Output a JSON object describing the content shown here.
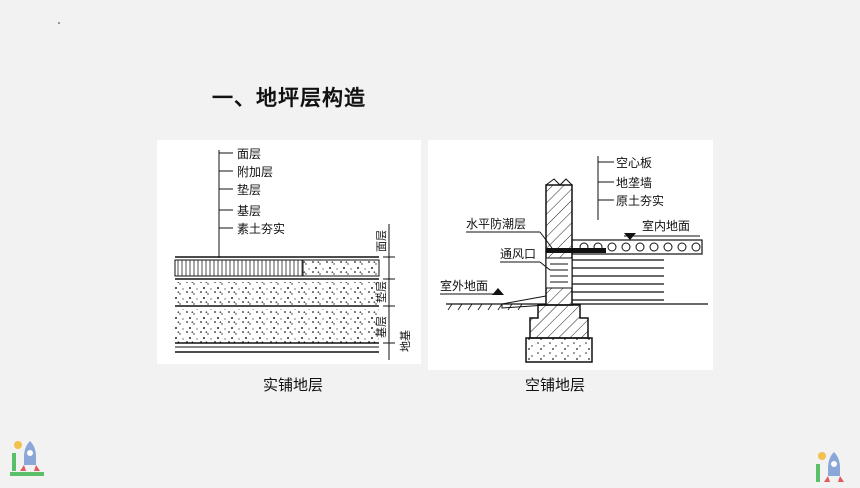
{
  "slide": {
    "title": "一、地坪层构造"
  },
  "figure_solid": {
    "caption": "实铺地层",
    "callouts": [
      "面层",
      "附加层",
      "垫层",
      "基层",
      "素土夯实"
    ],
    "dim_labels": [
      "面层",
      "垫层",
      "基层",
      "地基"
    ]
  },
  "figure_hollow": {
    "caption": "空铺地层",
    "callouts_right": [
      "空心板",
      "地垄墙",
      "原土夯实"
    ],
    "label_indoor": "室内地面",
    "label_damp": "水平防潮层",
    "label_vent": "通风口",
    "label_outdoor": "室外地面"
  },
  "icons": [
    "rocket-decoration-icon",
    "rocket-decoration-icon"
  ]
}
